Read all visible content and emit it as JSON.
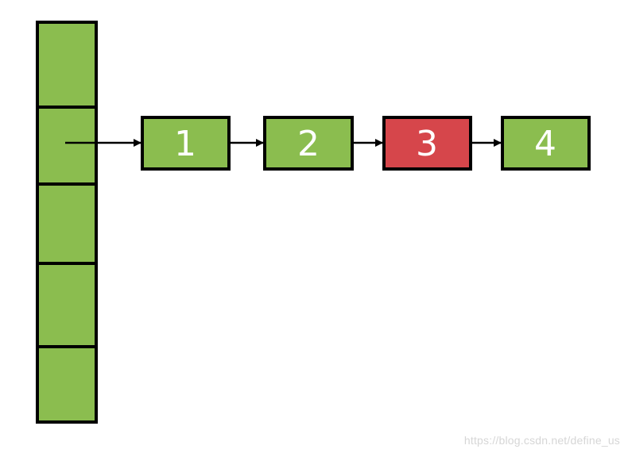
{
  "colors": {
    "bucket_fill": "#8bbd4f",
    "node_fill": "#8bbd4f",
    "highlight_fill": "#d6464b",
    "stroke": "#000000",
    "text": "#ffffff"
  },
  "hash_table": {
    "bucket_count": 5,
    "pointer_from_bucket": 1
  },
  "linked_list": {
    "nodes": [
      {
        "label": "1",
        "highlighted": false
      },
      {
        "label": "2",
        "highlighted": false
      },
      {
        "label": "3",
        "highlighted": true
      },
      {
        "label": "4",
        "highlighted": false
      }
    ]
  },
  "watermark": "https://blog.csdn.net/define_us"
}
